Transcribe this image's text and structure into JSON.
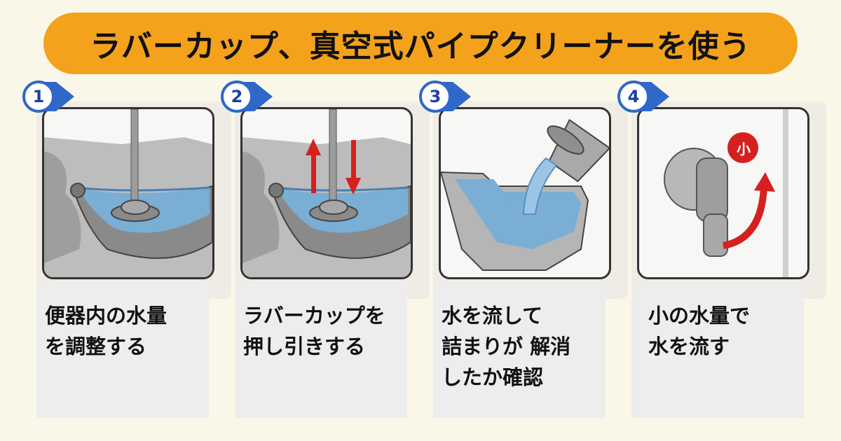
{
  "banner": {
    "title": "ラバーカップ、真空式パイプクリーナーを使う"
  },
  "steps": [
    {
      "number": "1",
      "caption": [
        "便器内の水量",
        "を調整する"
      ]
    },
    {
      "number": "2",
      "caption": [
        "ラバーカップを",
        "押し引きする"
      ]
    },
    {
      "number": "3",
      "caption": [
        "水を流して",
        "詰まりが 解消",
        "したか確認"
      ]
    },
    {
      "number": "4",
      "caption": [
        "小の水量で",
        "水を流す"
      ],
      "lever_label": "小"
    }
  ],
  "colors": {
    "banner": "#f4a21c",
    "badge": "#1d3f9e",
    "water": "#7aaed4",
    "arrow": "#d62020"
  }
}
